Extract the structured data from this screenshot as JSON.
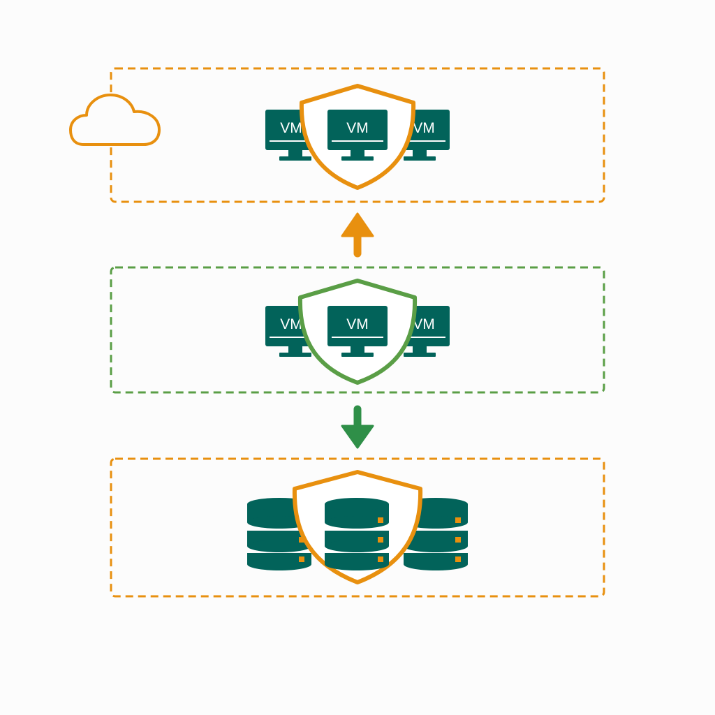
{
  "colors": {
    "teal": "#02635a",
    "orange": "#e8900f",
    "green": "#5a9e46",
    "arrow_green": "#2f8f48",
    "background": "#fcfcfc"
  },
  "icons": {
    "cloud": "cloud-icon",
    "shield": "shield-icon",
    "monitor": "monitor-icon",
    "database": "database-icon",
    "arrow_up": "arrow-up-icon",
    "arrow_down": "arrow-down-icon"
  },
  "cloud_tier": {
    "vm_labels": [
      "VM",
      "VM",
      "VM"
    ],
    "border_color": "#e8900f",
    "shield_color": "#e8900f"
  },
  "vm_tier": {
    "vm_labels": [
      "VM",
      "VM",
      "VM"
    ],
    "border_color": "#5a9e46",
    "shield_color": "#5a9e46"
  },
  "storage_tier": {
    "database_count": 3,
    "border_color": "#e8900f",
    "shield_color": "#e8900f"
  }
}
